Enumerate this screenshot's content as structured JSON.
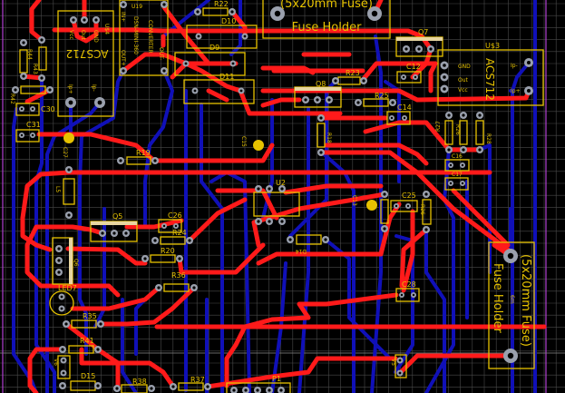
{
  "board": {
    "layer_colors": {
      "top": "#ff1a1a",
      "bottom": "#1010b8",
      "silkscreen": "#e6c200",
      "pad": "#9aa0ad",
      "outline": "#b040d0"
    }
  },
  "labels": [
    "U$4",
    "ACS712",
    "Vcc",
    "Out",
    "GND",
    "Ip+",
    "Ip-",
    "U19",
    "DSN-MINI-360",
    "CONVERTER",
    "IN+",
    "OUT+",
    "OUT-",
    "R22",
    "D10",
    "D9",
    "D11",
    "R44",
    "R43",
    "R42",
    "C30",
    "C31",
    "C27",
    "R19",
    "C15",
    "U2",
    "L5",
    "Q5",
    "C26",
    "R24",
    "R20",
    "R36",
    "Q6",
    "LED7",
    "R35",
    "R41",
    "V6",
    "D15",
    "R38",
    "R37",
    "P1",
    "C13",
    "C25",
    "R26",
    "D14",
    "C28",
    "V5",
    "Q7",
    "U$3",
    "ACS712",
    "GND",
    "Out",
    "Vcc",
    "Ip-",
    "Ip+",
    "C12",
    "R23",
    "Q8",
    "R25",
    "C14",
    "R18",
    "R27",
    "R26",
    "R28",
    "C16",
    "C17"
  ],
  "fuse_top": {
    "title": "(5x20mm Fuse)",
    "subtitle": "Fuse Holder"
  },
  "fuse_right": {
    "title": "(5x20mm Fuse)",
    "subtitle": "Fuse Holder",
    "value": "6m"
  }
}
